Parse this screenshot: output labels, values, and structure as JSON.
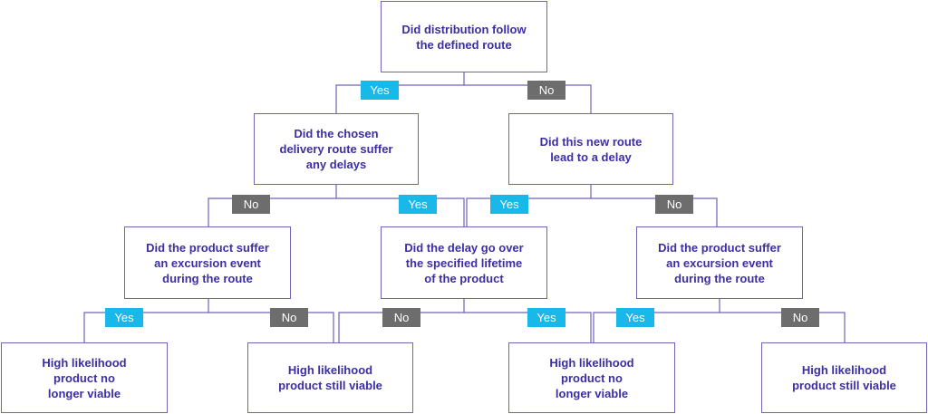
{
  "colors": {
    "node_border": "#6f64b8",
    "node_text": "#3b2fa3",
    "yes_badge": "#18b8e8",
    "no_badge": "#6d6d6d",
    "connector": "#6f64b8"
  },
  "nodes": {
    "root": "Did distribution follow\nthe defined route",
    "delay_chosen": "Did the chosen\ndelivery route suffer\nany delays",
    "new_route_delay": "Did this new route\nlead to a delay",
    "excursion_left": "Did the product suffer\nan excursion event\nduring the route",
    "delay_lifetime": "Did the delay go over\nthe specified lifetime\nof the product",
    "excursion_right": "Did the product suffer\nan excursion event\nduring the route",
    "outcome_1": "High likelihood\nproduct no\nlonger viable",
    "outcome_2": "High likelihood\nproduct still viable",
    "outcome_3": "High likelihood\nproduct no\nlonger viable",
    "outcome_4": "High likelihood\nproduct still viable"
  },
  "labels": {
    "root_yes": "Yes",
    "root_no": "No",
    "chosen_no": "No",
    "chosen_yes": "Yes",
    "new_yes": "Yes",
    "new_no": "No",
    "exl_yes": "Yes",
    "exl_no": "No",
    "life_no": "No",
    "life_yes": "Yes",
    "exr_yes": "Yes",
    "exr_no": "No"
  }
}
